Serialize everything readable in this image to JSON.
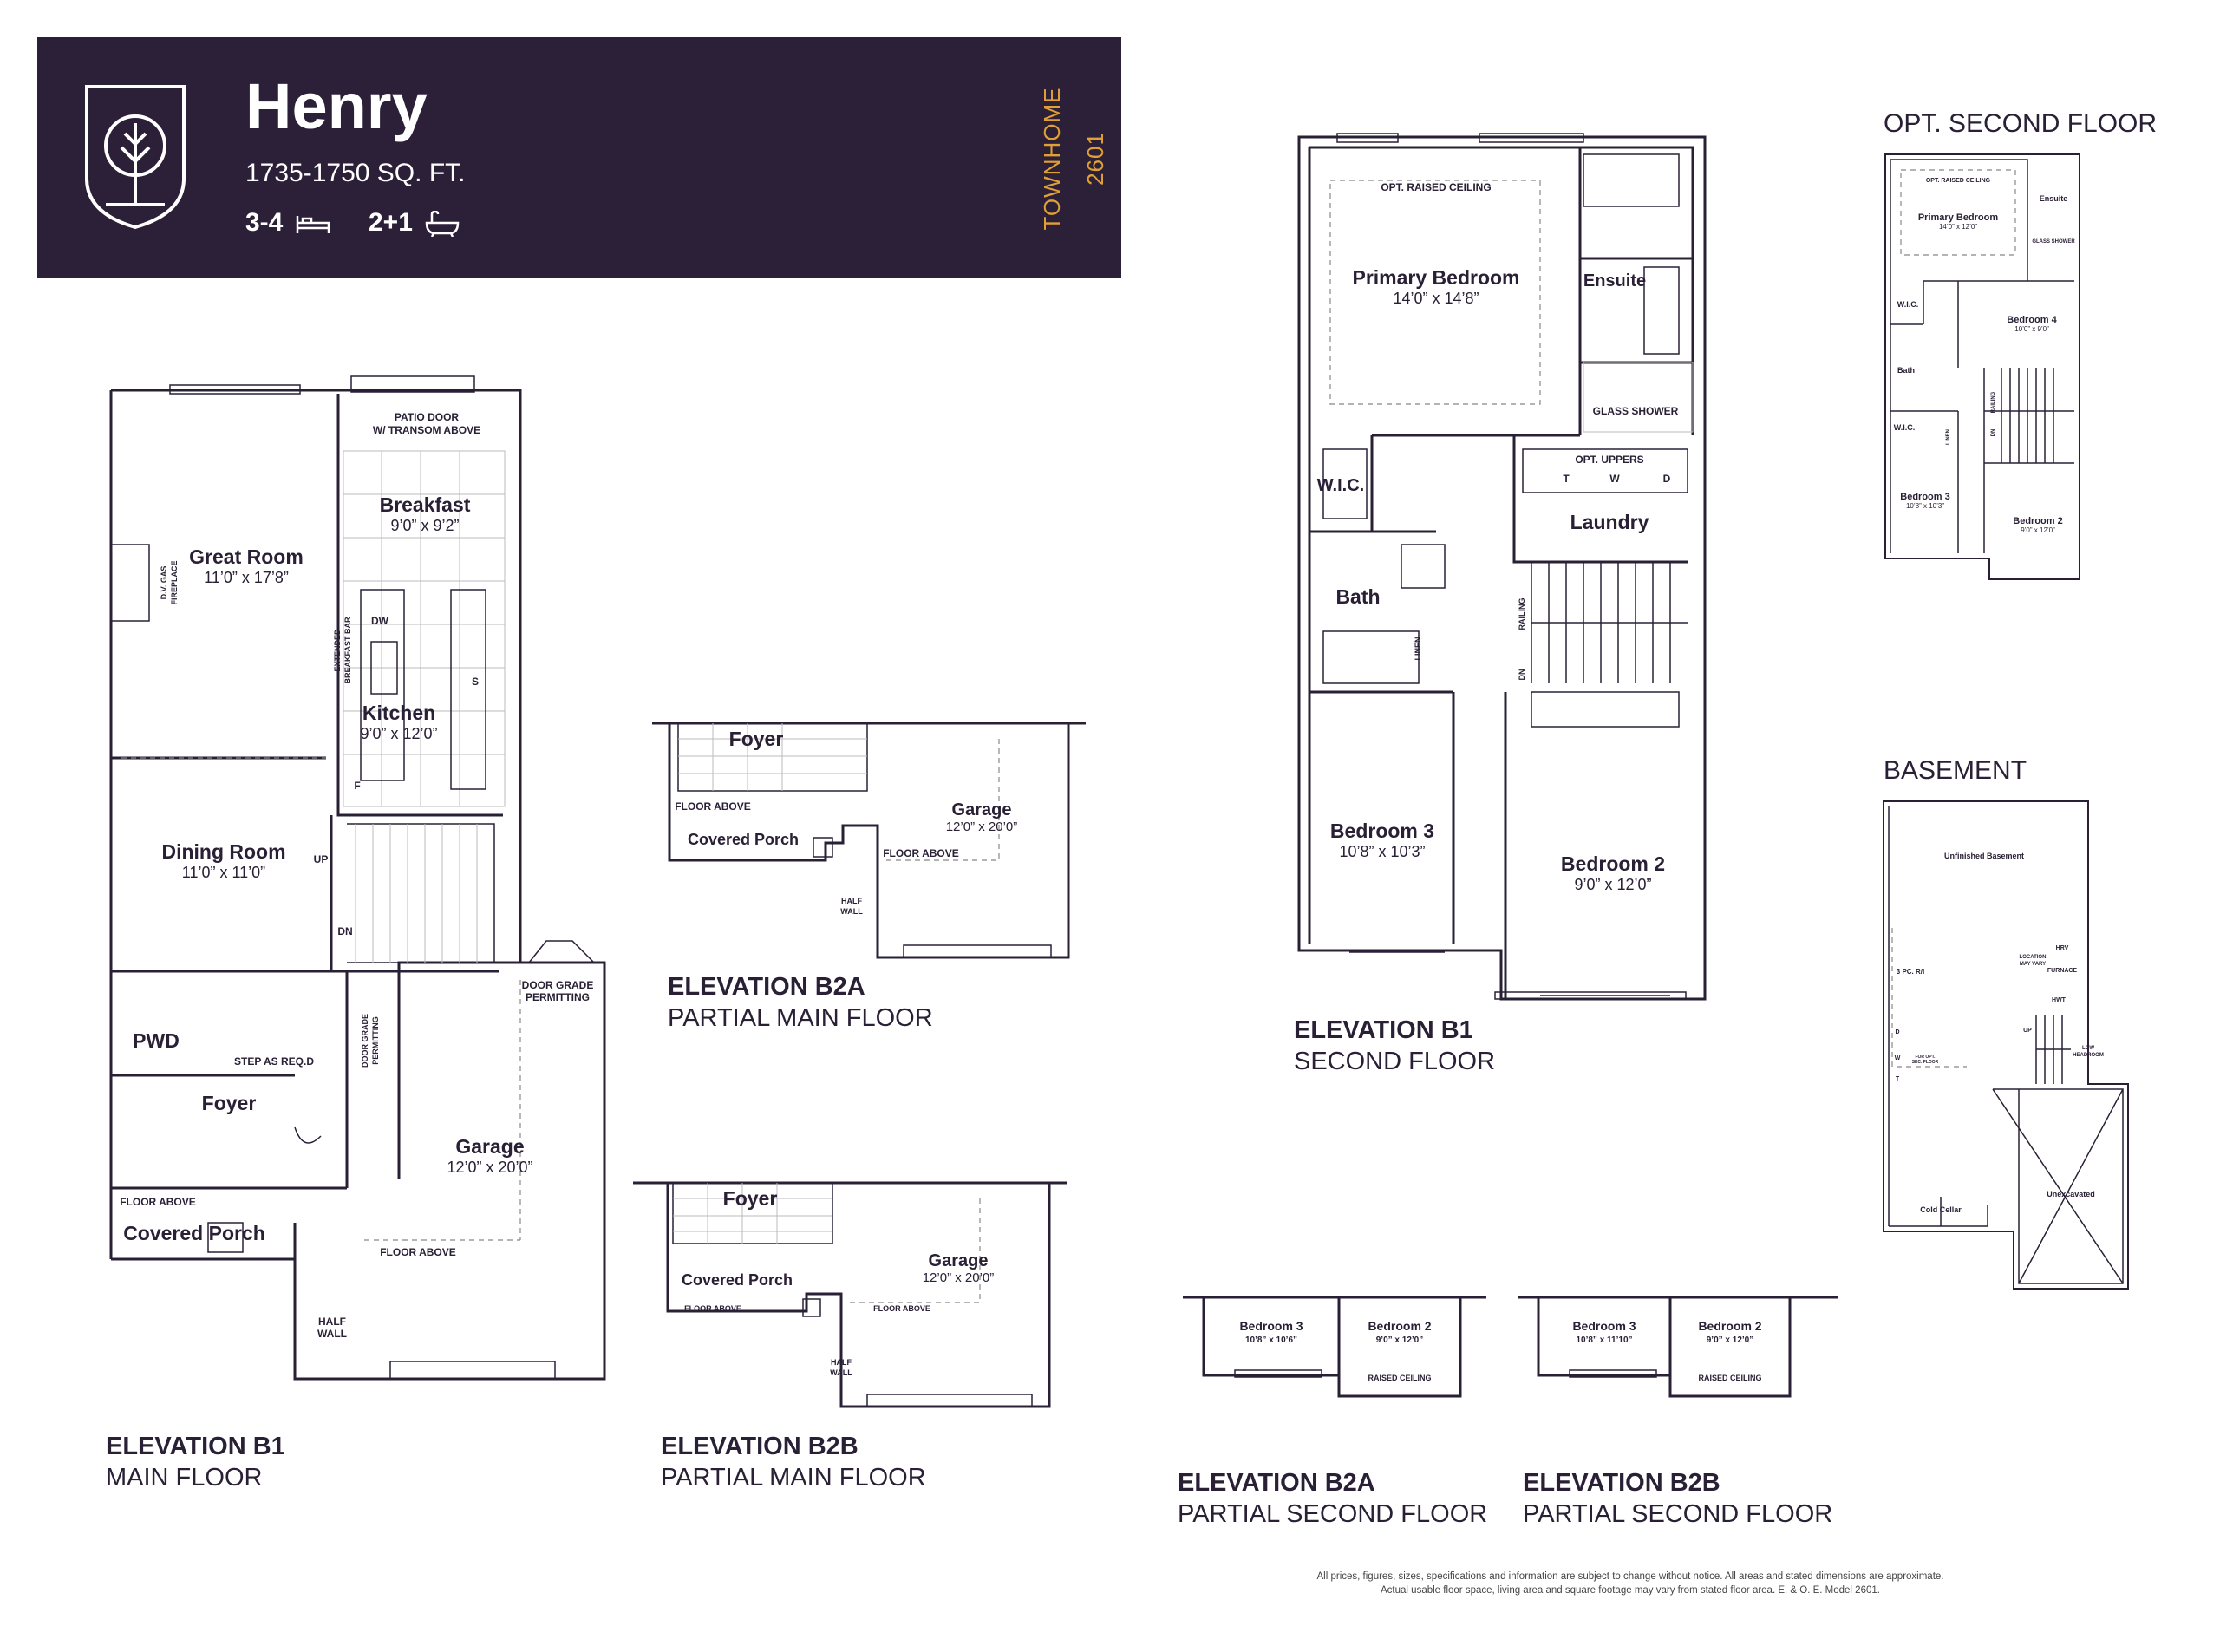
{
  "header": {
    "model_name": "Henry",
    "sqft": "1735-1750 SQ. FT.",
    "bedrooms": "3-4",
    "bathrooms": "2+1",
    "model_type": "TOWNHOME 2601",
    "icons": [
      "tree-shield-logo-icon",
      "bed-icon",
      "bathtub-icon"
    ],
    "colors": {
      "header_bg": "#2b2038",
      "accent": "#e0a035",
      "ink": "#2a2036"
    }
  },
  "main_floor": {
    "caption_title": "ELEVATION B1",
    "caption_sub": "MAIN FLOOR",
    "labels": {
      "patio_door": "PATIO DOOR",
      "transom": "W/ TRANSOM ABOVE",
      "breakfast": "Breakfast",
      "breakfast_dim": "9’0” x 9’2”",
      "great_room": "Great Room",
      "great_room_dim": "11’0” x 17’8”",
      "fireplace_1": "D.V. GAS",
      "fireplace_2": "FIREPLACE",
      "breakfast_bar_1": "EXTENDED",
      "breakfast_bar_2": "BREAKFAST BAR",
      "dw": "DW",
      "s": "S",
      "f": "F",
      "kitchen": "Kitchen",
      "kitchen_dim": "9’0” x 12’0”",
      "dining": "Dining Room",
      "dining_dim": "11’0” x 11’0”",
      "up": "UP",
      "dn": "DN",
      "pwd": "PWD",
      "step": "STEP AS REQ.D",
      "door_grade_1": "DOOR GRADE",
      "door_grade_2": "PERMITTING",
      "foyer": "Foyer",
      "garage": "Garage",
      "garage_dim": "12’0” x 20’0”",
      "floor_above": "FLOOR ABOVE",
      "covered_porch": "Covered Porch",
      "half": "HALF",
      "wall": "WALL"
    }
  },
  "b2a_main": {
    "caption_title": "ELEVATION B2A",
    "caption_sub": "PARTIAL MAIN FLOOR",
    "labels": {
      "foyer": "Foyer",
      "floor_above": "FLOOR ABOVE",
      "covered_porch": "Covered Porch",
      "garage": "Garage",
      "garage_dim": "12’0” x 20’0”",
      "half": "HALF",
      "wall": "WALL"
    }
  },
  "b2b_main": {
    "caption_title": "ELEVATION B2B",
    "caption_sub": "PARTIAL MAIN FLOOR",
    "labels": {
      "foyer": "Foyer",
      "floor_above": "FLOOR ABOVE",
      "covered_porch": "Covered Porch",
      "garage": "Garage",
      "garage_dim": "12’0” x 20’0”",
      "half": "HALF",
      "wall": "WALL"
    }
  },
  "second_floor": {
    "caption_title": "ELEVATION B1",
    "caption_sub": "SECOND FLOOR",
    "labels": {
      "raised_ceiling": "OPT. RAISED CEILING",
      "primary": "Primary Bedroom",
      "primary_dim": "14’0” x 14’8”",
      "ensuite": "Ensuite",
      "glass_shower": "GLASS SHOWER",
      "wic": "W.I.C.",
      "opt_uppers": "OPT. UPPERS",
      "t": "T",
      "w": "W",
      "d": "D",
      "laundry": "Laundry",
      "bath": "Bath",
      "linen": "LINEN",
      "railing": "RAILING",
      "dn": "DN",
      "bedroom3": "Bedroom 3",
      "bedroom3_dim": "10’8” x 10’3”",
      "bedroom2": "Bedroom 2",
      "bedroom2_dim": "9’0” x 12’0”"
    }
  },
  "b2a_second": {
    "caption_title": "ELEVATION B2A",
    "caption_sub": "PARTIAL SECOND FLOOR",
    "labels": {
      "bedroom3": "Bedroom 3",
      "bedroom3_dim": "10’8” x 10’6”",
      "bedroom2": "Bedroom 2",
      "bedroom2_dim": "9’0” x 12’0”",
      "raised_ceiling": "RAISED CEILING"
    }
  },
  "b2b_second": {
    "caption_title": "ELEVATION B2B",
    "caption_sub": "PARTIAL SECOND FLOOR",
    "labels": {
      "bedroom3": "Bedroom 3",
      "bedroom3_dim": "10’8” x 11’10”",
      "bedroom2": "Bedroom 2",
      "bedroom2_dim": "9’0” x 12’0”",
      "raised_ceiling": "RAISED CEILING"
    }
  },
  "opt_second": {
    "heading": "OPT. SECOND FLOOR",
    "labels": {
      "raised_ceiling": "OPT. RAISED CEILING",
      "primary": "Primary Bedroom",
      "primary_dim": "14’0” x 12’0”",
      "ensuite": "Ensuite",
      "glass_shower": "GLASS SHOWER",
      "wic": "W.I.C.",
      "bedroom4": "Bedroom 4",
      "bedroom4_dim": "10’0” x 9’0”",
      "bath": "Bath",
      "wic2": "W.I.C.",
      "linen": "LINEN",
      "railing": "RAILING",
      "dn": "DN",
      "bedroom3": "Bedroom 3",
      "bedroom3_dim": "10’8” x 10’3”",
      "bedroom2": "Bedroom 2",
      "bedroom2_dim": "9’0” x 12’0”"
    }
  },
  "basement": {
    "heading": "BASEMENT",
    "labels": {
      "unfinished": "Unfinished Basement",
      "hrv": "HRV",
      "location_1": "LOCATION",
      "location_2": "MAY VARY",
      "furnace": "FURNACE",
      "three_pc": "3 PC. R/I",
      "hwt": "HWT",
      "up": "UP",
      "low_1": "LOW",
      "low_2": "HEADROOM",
      "d": "D",
      "w": "W",
      "for_opt_1": "FOR OPT.",
      "for_opt_2": "SEC. FLOOR",
      "t": "T",
      "unexcavated": "Unexcavated",
      "cold_cellar": "Cold Cellar"
    }
  },
  "disclaimer": {
    "line1": "All prices, figures, sizes, specifications and information are subject to change without notice. All areas and stated dimensions are approximate.",
    "line2": "Actual usable floor space, living area and square footage may vary from stated floor area. E. & O. E. Model 2601."
  }
}
